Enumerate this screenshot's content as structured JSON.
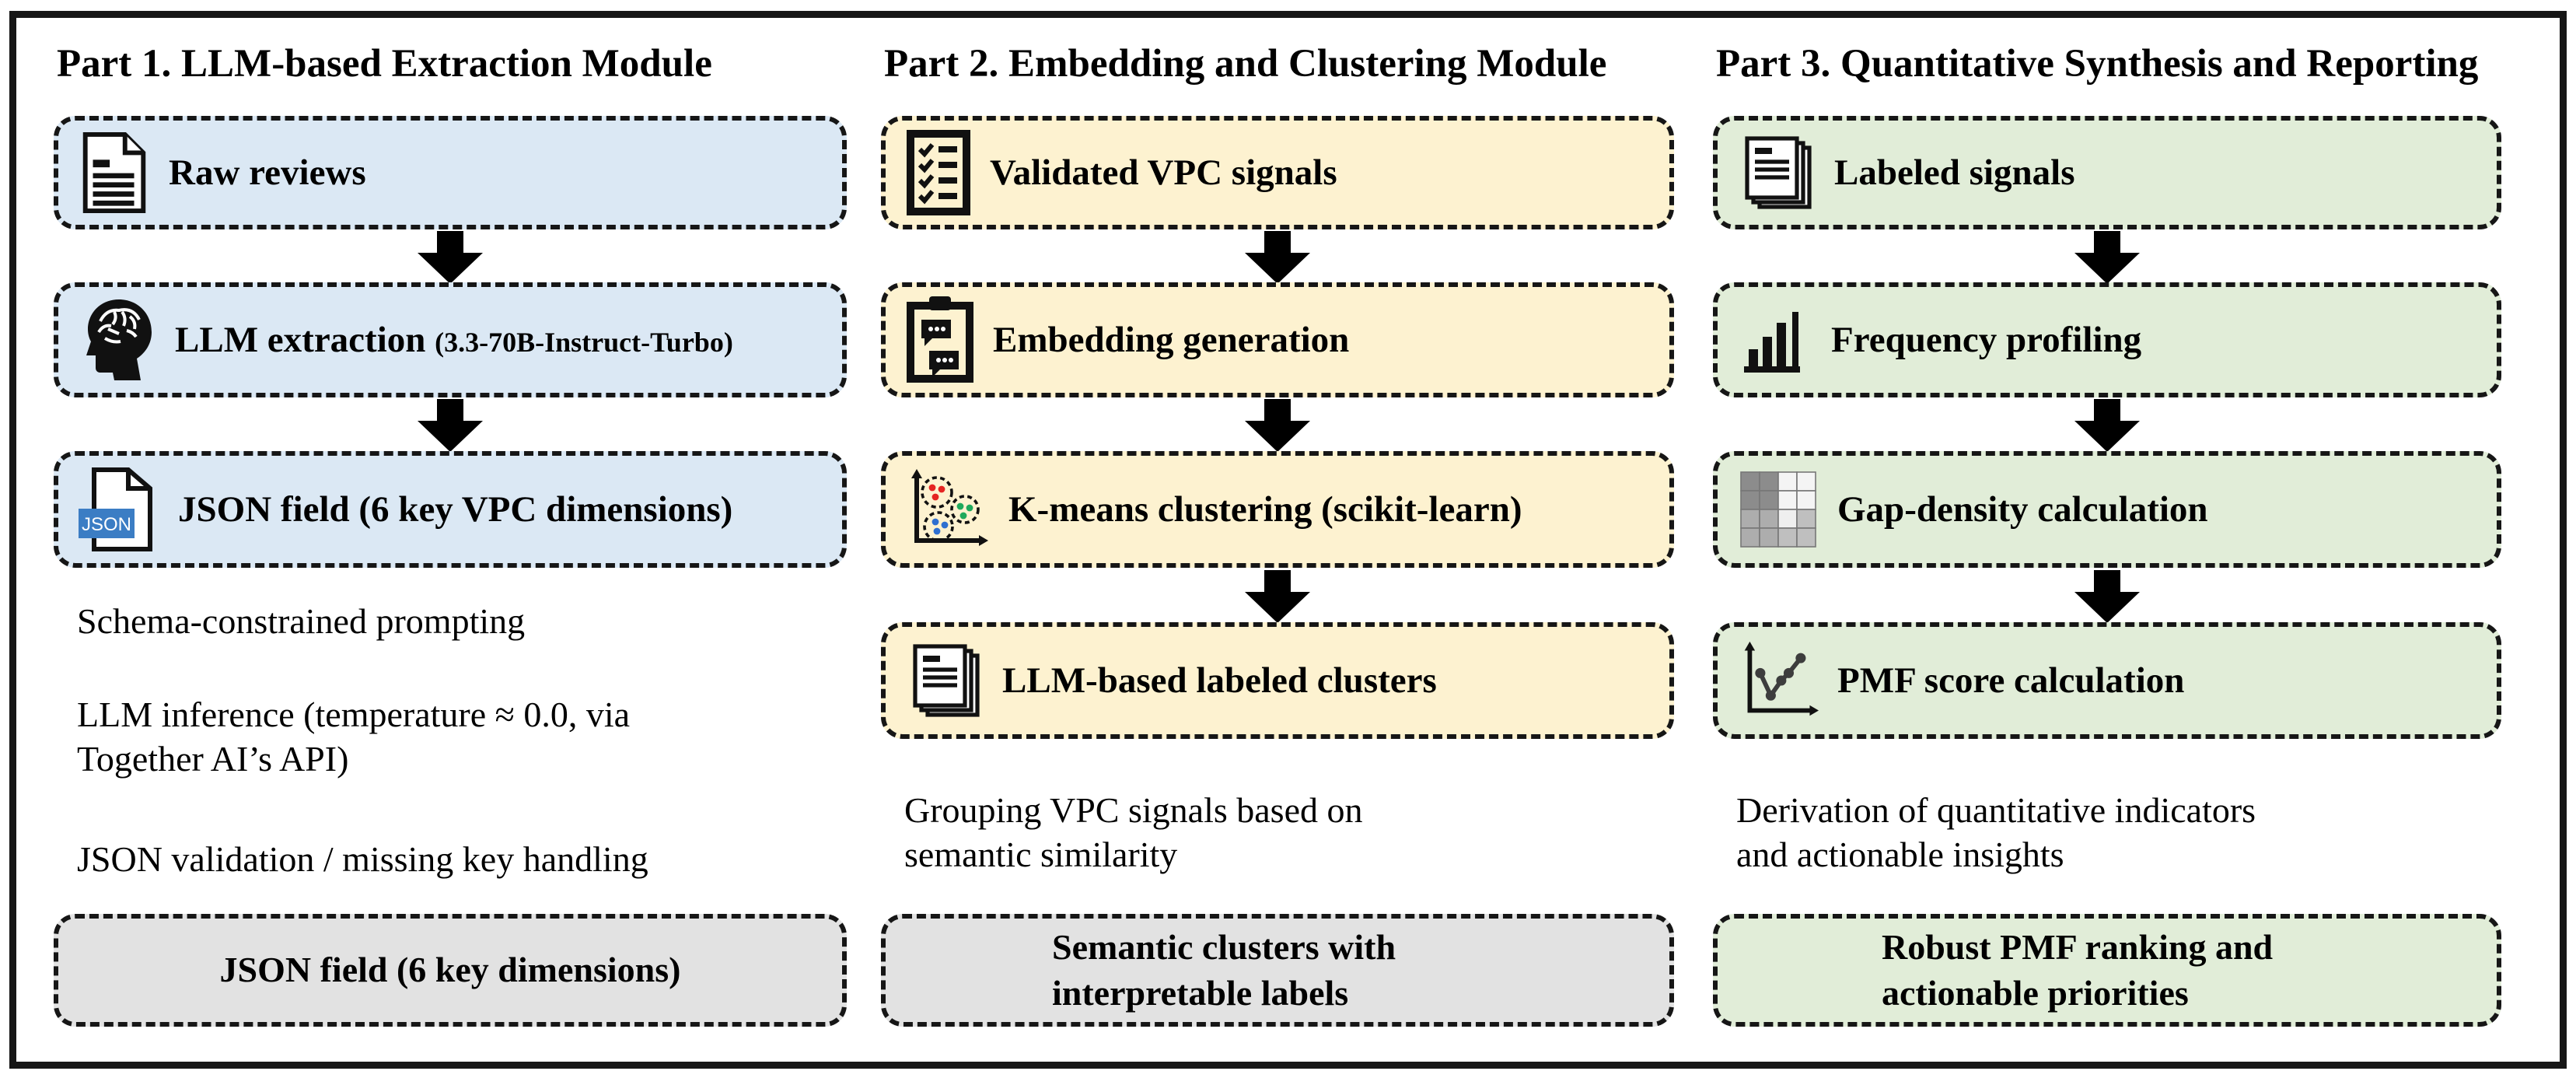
{
  "figure": {
    "columns": [
      {
        "title": "Part 1. LLM-based Extraction Module",
        "boxes": [
          {
            "label": "Raw reviews",
            "icon": "document-icon"
          },
          {
            "label": "LLM extraction",
            "sublabel": "(3.3-70B-Instruct-Turbo)",
            "icon": "brain-head-icon"
          },
          {
            "label": "JSON field (6 key VPC dimensions)",
            "icon": "json-file-icon"
          }
        ],
        "notes": [
          "Schema-constrained prompting",
          "LLM inference (temperature ≈ 0.0, via Together AI’s API)",
          "JSON validation / missing key handling"
        ],
        "result": "JSON field (6 key dimensions)"
      },
      {
        "title": "Part 2. Embedding and Clustering Module",
        "boxes": [
          {
            "label": "Validated VPC signals",
            "icon": "checklist-icon"
          },
          {
            "label": "Embedding generation",
            "icon": "clipboard-messages-icon"
          },
          {
            "label": "K-means clustering (scikit-learn)",
            "icon": "kmeans-scatter-icon"
          },
          {
            "label": "LLM-based labeled clusters",
            "icon": "stacked-documents-icon"
          }
        ],
        "notes": [
          "Grouping VPC signals based on semantic similarity"
        ],
        "result": "Semantic clusters with interpretable labels"
      },
      {
        "title": "Part 3. Quantitative Synthesis and Reporting",
        "boxes": [
          {
            "label": "Labeled signals",
            "icon": "stacked-documents-icon"
          },
          {
            "label": "Frequency profiling",
            "icon": "bar-chart-icon"
          },
          {
            "label": "Gap-density calculation",
            "icon": "heatmap-grid-icon"
          },
          {
            "label": "PMF score calculation",
            "icon": "line-chart-icon"
          }
        ],
        "notes": [
          "Derivation of quantitative indicators and actionable insights"
        ],
        "result": "Robust PMF ranking and actionable priorities"
      }
    ],
    "icons": {
      "json_badge": "JSON"
    },
    "colors": {
      "part1_box_blue": "#dbe8f4",
      "part2_box_cream": "#fdf2d0",
      "part3_box_green": "#e1edd8",
      "result_box_gray": "#e2e2e2",
      "json_badge_blue": "#3b7dc4",
      "cluster_dot_red": "#e52421",
      "cluster_dot_green": "#1fa95c",
      "cluster_dot_blue": "#2e6fd0",
      "border_black": "#161616"
    }
  }
}
